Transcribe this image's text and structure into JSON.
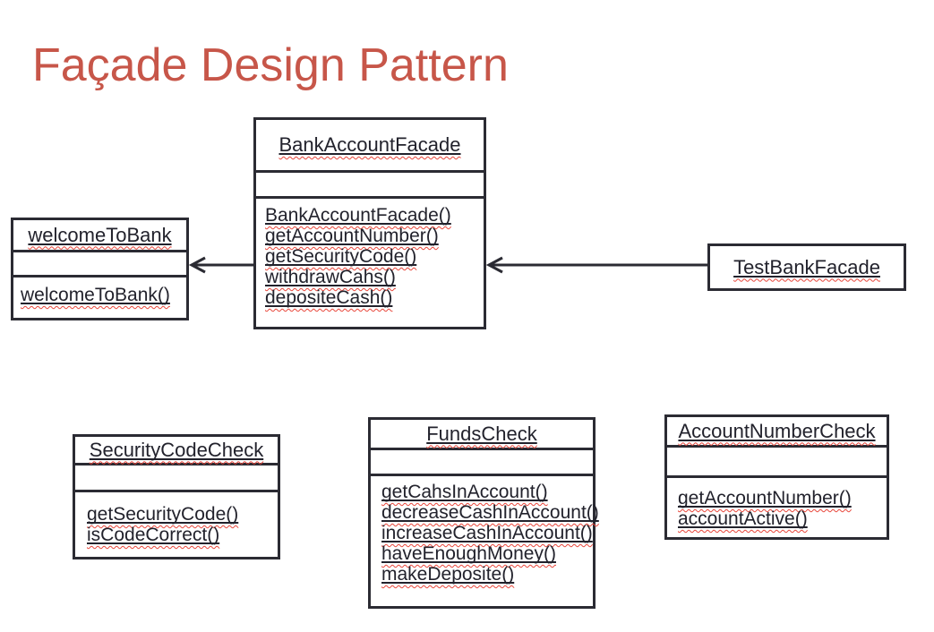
{
  "title": {
    "text": "Façade Design Pattern"
  },
  "colors": {
    "accent_title": "#c75649",
    "line": "#2b2b33",
    "text": "#22222c",
    "spellcheck_squiggle": "#e8453a",
    "background": "#ffffff"
  },
  "diagram": {
    "type": "uml-class-diagram",
    "classes": [
      {
        "name": "BankAccountFacade",
        "attributes": [],
        "methods": [
          "BankAccountFacade()",
          "getAccountNumber()",
          "getSecurityCode()",
          "withdrawCahs()",
          "depositeCash()"
        ]
      },
      {
        "name": "welcomeToBank",
        "attributes": [],
        "methods": [
          "welcomeToBank()"
        ]
      },
      {
        "name": "TestBankFacade",
        "attributes": [],
        "methods": []
      },
      {
        "name": "SecurityCodeCheck",
        "attributes": [],
        "methods": [
          "getSecurityCode()",
          "isCodeCorrect()"
        ]
      },
      {
        "name": "FundsCheck",
        "attributes": [],
        "methods": [
          "getCahsInAccount()",
          "decreaseCashInAccount()",
          "increaseCashInAccount()",
          "haveEnoughMoney()",
          "makeDeposite()"
        ]
      },
      {
        "name": "AccountNumberCheck",
        "attributes": [],
        "methods": [
          "getAccountNumber()",
          "accountActive()"
        ]
      }
    ],
    "relations": [
      {
        "from": "BankAccountFacade",
        "to": "welcomeToBank",
        "style": "open-arrow-left"
      },
      {
        "from": "TestBankFacade",
        "to": "BankAccountFacade",
        "style": "open-arrow-left"
      }
    ]
  }
}
